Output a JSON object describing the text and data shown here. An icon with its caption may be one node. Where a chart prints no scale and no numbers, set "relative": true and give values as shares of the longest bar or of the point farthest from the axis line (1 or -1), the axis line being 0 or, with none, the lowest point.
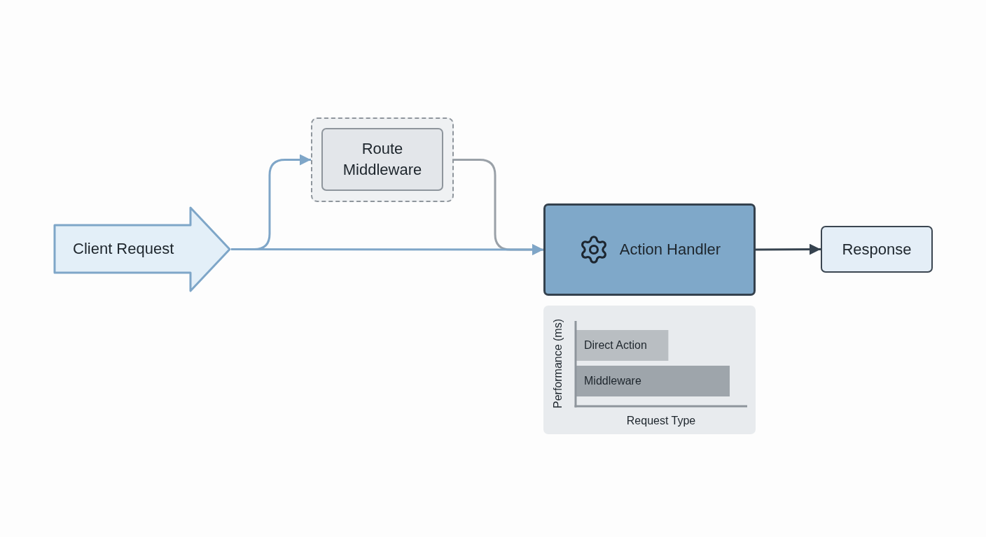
{
  "diagram": {
    "nodes": [
      {
        "text": [
          "Client Request"
        ]
      },
      {
        "text": [],
        "shape": "box"
      },
      {
        "text": [
          "Route Middleware"
        ],
        "in": 1
      },
      {
        "text": [
          "Action Handler"
        ]
      },
      {
        "text": [
          "Response"
        ]
      }
    ],
    "edges": [
      {
        "from": 0,
        "to": 1,
        "arrow": "to"
      },
      {
        "from": 1,
        "to": 3,
        "arrow": "to",
        "color": "#9aa1a8"
      },
      {
        "from": 0,
        "to": 3,
        "arrow": "to"
      },
      {
        "from": 3,
        "to": 4,
        "arrow": "to",
        "color": "#36434f"
      }
    ],
    "chart_data": {
      "type": "bar",
      "orientation": "horizontal",
      "xlabel": "Request Type",
      "ylabel": "Performance (ms)",
      "categories": [
        "Direct Action",
        "Middleware"
      ],
      "relative": true,
      "values": [
        0.6,
        1.0
      ]
    }
  }
}
